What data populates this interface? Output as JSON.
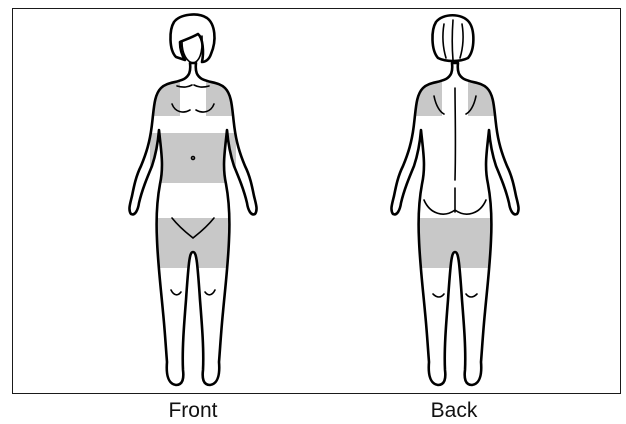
{
  "captions": {
    "front": "Front",
    "back": "Back"
  },
  "colors": {
    "outline": "#000000",
    "highlight": "#c8c8c8",
    "background": "#ffffff"
  },
  "highlighted_regions": {
    "front": [
      "shoulders",
      "abdomen",
      "thighs"
    ],
    "back": [
      "shoulders",
      "thighs"
    ]
  }
}
